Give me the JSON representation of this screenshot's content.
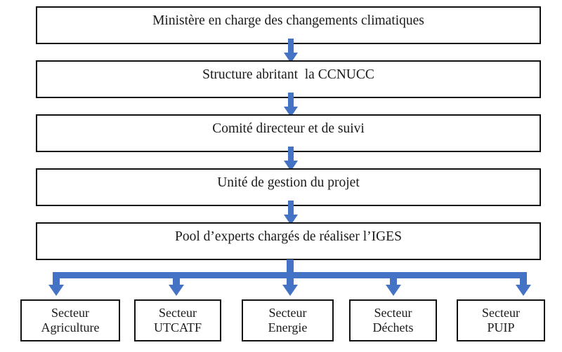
{
  "diagram": {
    "type": "flowchart",
    "title": "",
    "accent_color": "#4472C4",
    "box_border_color": "#111111",
    "background": "#ffffff",
    "chain": [
      {
        "id": "ministere",
        "label": "Ministère en charge des changements climatiques"
      },
      {
        "id": "structure",
        "label": "Structure abritant  la CCNUCC"
      },
      {
        "id": "comite",
        "label": "Comité directeur et de suivi"
      },
      {
        "id": "unite",
        "label": "Unité de gestion du projet"
      },
      {
        "id": "pool",
        "label": "Pool d’experts chargés de réaliser l’IGES"
      }
    ],
    "sectors": [
      {
        "id": "agriculture",
        "label": "Secteur\nAgriculture"
      },
      {
        "id": "utcatf",
        "label": "Secteur\nUTCATF"
      },
      {
        "id": "energie",
        "label": "Secteur\nEnergie"
      },
      {
        "id": "dechets",
        "label": "Secteur\nDéchets"
      },
      {
        "id": "puip",
        "label": "Secteur\nPUIP"
      }
    ],
    "connectors": {
      "vertical_arrow_count": 4,
      "branch_arrow_count": 5,
      "branch_style": "horizontal-distribution-bar"
    }
  }
}
